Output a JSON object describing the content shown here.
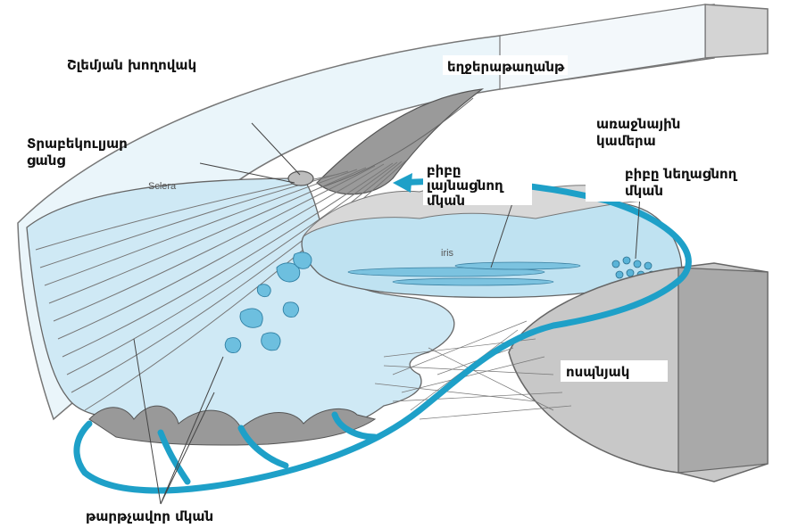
{
  "labels": {
    "ciliary_zonule": "Շլեմյան խողովակ",
    "cornea": "եղջերաթաղանթ",
    "trabecular_line1": "Տրաբեկուլյար",
    "trabecular_line2": "ցանց",
    "anterior_chamber_line1": "առաջնային",
    "anterior_chamber_line2": "կամերա",
    "dilator_line1": "բիբը",
    "dilator_line2": "լայնացնող",
    "dilator_line3": "մկան",
    "sphincter_line1": "բիբը նեղացնող",
    "sphincter_line2": "մկան",
    "sclera": "Sclera",
    "iris": "iris",
    "lens": "ոսպնյակ",
    "ciliary_muscle": "թարթչավոր մկան"
  },
  "colors": {
    "vessel": "#1ea0c8",
    "tissue_light": "#cfe9f5",
    "tissue_mid": "#a9d6ec",
    "gray_body": "#c8c8c8",
    "gray_dark": "#8a8a8a",
    "outline": "#555555"
  }
}
